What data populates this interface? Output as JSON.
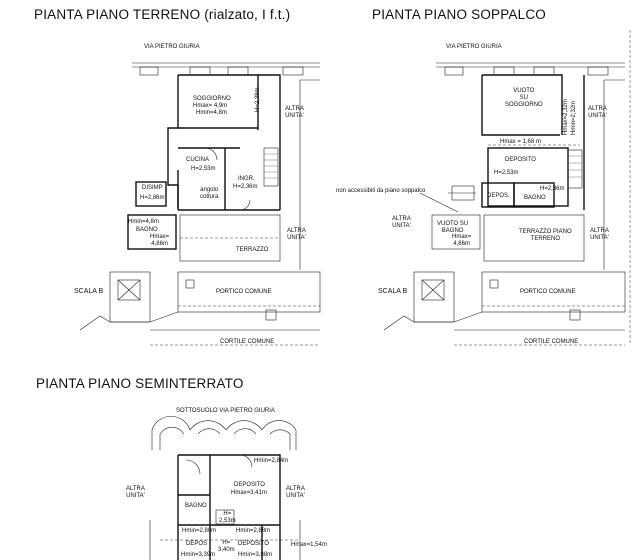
{
  "titles": {
    "ground": "PIANTA PIANO TERRENO  (rialzato, I f.t.)",
    "mezzanine": "PIANTA PIANO SOPPALCO",
    "basement": "PIANTA PIANO SEMINTERRATO"
  },
  "ground": {
    "street": "VIA PIETRO GIURIA",
    "soggiorno": "SOGGIORNO",
    "soggiorno_hmax": "Hmax= 4,9m",
    "soggiorno_hmin": "Hmin=4,8m",
    "h_side": "H=2,38m",
    "altra_unita_top": "ALTRA\nUNITA'",
    "cucina": "CUCINA",
    "cucina_h": "H=2,53m",
    "angolo": "angolo\ncottura",
    "ingr": "INGR.",
    "ingr_h": "H=2,36m",
    "disimp": "DISIMP",
    "disimp_h": "H=2,86m",
    "bagno_hmin": "Hmin=4,8m",
    "bagno": "BAGNO",
    "bagno_hmax": "Hmax=\n4,86m",
    "altra_unita_right": "ALTRA\nUNITA'",
    "terrazzo": "TERRAZZO",
    "scala": "SCALA B",
    "portico": "PORTICO COMUNE",
    "cortile": "CORTILE COMUNE"
  },
  "mezzanine": {
    "street": "VIA PIETRO GIURIA",
    "vuoto": "VUOTO\nSU\nSOGGIORNO",
    "h1": "Hmax=2,32m",
    "h2": "Hmin=2,32m",
    "altra_unita_top": "ALTRA\nUNITA'",
    "hmax_line": "Hmax = 1,68 m",
    "deposito": "DEPOSITO",
    "deposito_h": "H=2,53m",
    "non_accessibile": "non accessibili da piano soppalco",
    "depos": "DEPOS.",
    "bagno_h": "H=2,36m",
    "bagno": "BAGNO",
    "altra_unita_left": "ALTRA\nUNITA'",
    "vuoto_bagno": "VUOTO SU\nBAGNO",
    "vuoto_bagno_h": "Hmax=\n4,86m",
    "terrazzo": "TERRAZZO PIANO\nTERRENO",
    "altra_unita_right": "ALTRA\nUNITA'",
    "scala": "SCALA B",
    "portico": "PORTICO COMUNE",
    "cortile": "CORTILE COMUNE"
  },
  "basement": {
    "street": "SOTTOSUOLO VIA PIETRO GIURIA",
    "hmin": "Hmin=2,84m",
    "deposito": "DEPOSITO",
    "deposito_h": "Hmax=3,41m",
    "altra_unita_left": "ALTRA\nUNITA'",
    "altra_unita_right": "ALTRA\nUNITA'",
    "bagno": "BAGNO",
    "h_small": "H=\n2,53m",
    "hmin_a": "Hmin=2,80m",
    "hmin_b": "Hmin=2,88m",
    "hmax_c": "Hmax=1,54m",
    "h_d": "H=\n3,40m",
    "depos": "DEPOS",
    "deposito2": "DEPOSITO",
    "hmin_e": "Hmin=3,39m",
    "hmin_f": "Hmin=3,88m"
  }
}
